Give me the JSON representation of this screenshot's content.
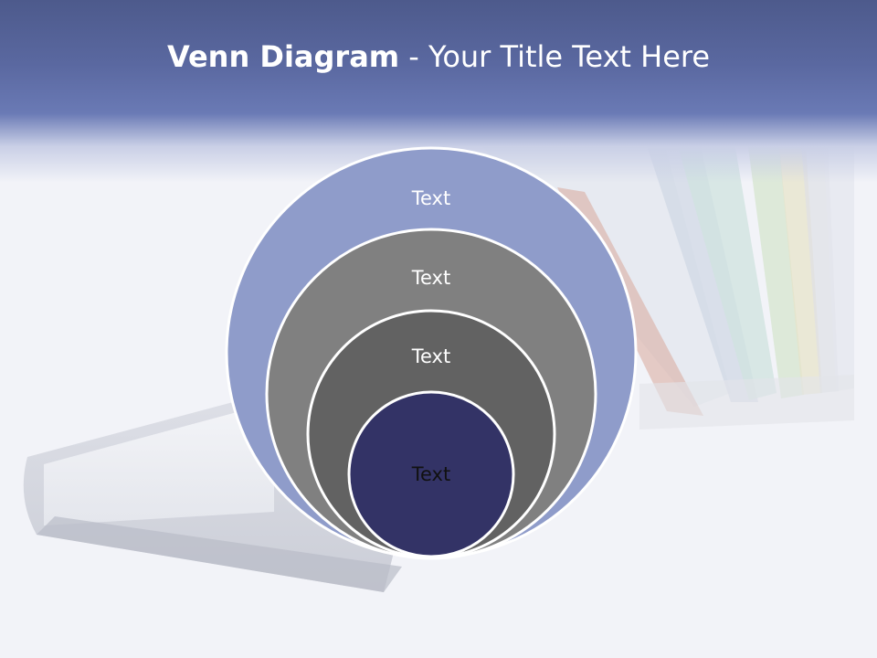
{
  "slide": {
    "title_bold": "Venn Diagram",
    "title_rest": " - Your Title Text Here"
  },
  "diagram": {
    "circles": [
      {
        "label": "Text",
        "fill": "#8f9cca",
        "label_color": "#ffffff"
      },
      {
        "label": "Text",
        "fill": "#808080",
        "label_color": "#ffffff"
      },
      {
        "label": "Text",
        "fill": "#626262",
        "label_color": "#ffffff"
      },
      {
        "label": "Text",
        "fill": "#333366",
        "label_color": "#111111"
      }
    ]
  },
  "colors": {
    "header": "#5a68a0",
    "background": "#f2f3f8",
    "circle_stroke": "#ffffff"
  }
}
